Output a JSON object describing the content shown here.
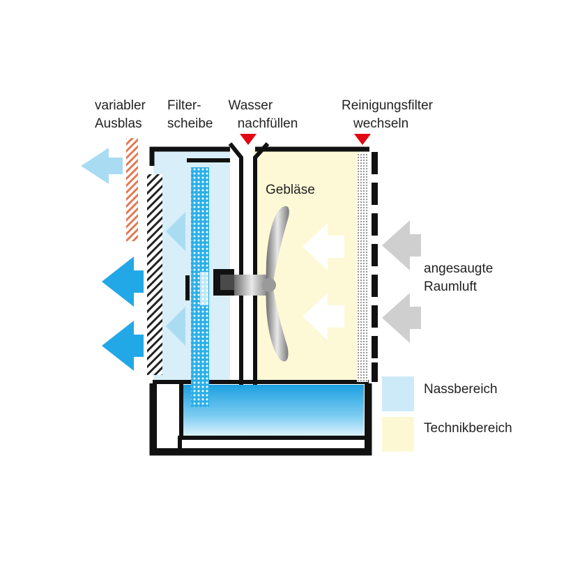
{
  "labels": {
    "variabler_ausblas": [
      "variabler",
      "Ausblas"
    ],
    "filterscheibe": [
      "Filter-",
      "scheibe"
    ],
    "wasser_nachfuellen": [
      "Wasser",
      "nachfüllen"
    ],
    "reinigungsfilter": [
      "Reinigungsfilter",
      "wechseln"
    ],
    "geblaese": "Gebläse",
    "angesaugte_raumluft": [
      "angesaugte",
      "Raumluft"
    ]
  },
  "legend": [
    {
      "label": "Nassbereich",
      "color": "#cdeaf8"
    },
    {
      "label": "Technikbereich",
      "color": "#fdf8d4"
    }
  ],
  "colors": {
    "wet_zone": "#d8eef8",
    "tech_zone": "#fdf8d6",
    "water": "#1fa3e2",
    "outlet_arrow": "#22a8e6",
    "outlet_arrow_light": "#a9dcf3",
    "intake_arrow": "#cfcfcf",
    "marker": "#e30613",
    "louver": "#e07a55",
    "frame": "#111111"
  },
  "icons": [
    "fan-icon",
    "down-triangle-marker-icon",
    "arrow-left-icon"
  ]
}
